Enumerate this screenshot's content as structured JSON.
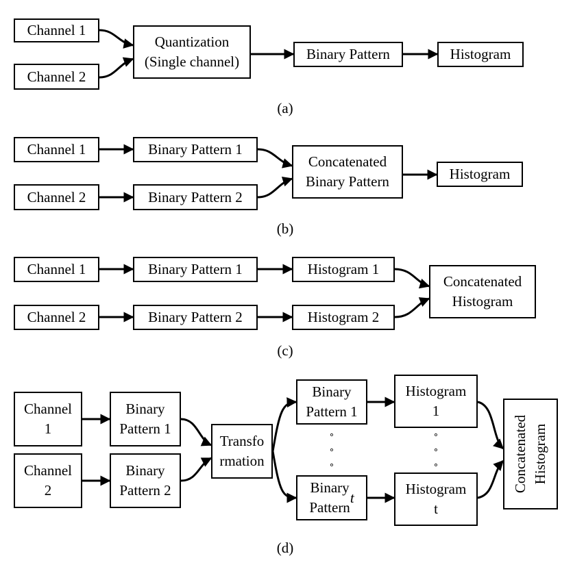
{
  "panels": [
    {
      "id": "a",
      "caption": "(a)",
      "boxes": [
        {
          "id": "a-ch1",
          "text": "Channel 1"
        },
        {
          "id": "a-ch2",
          "text": "Channel 2"
        },
        {
          "id": "a-quant",
          "text": "Quantization\n(Single channel)"
        },
        {
          "id": "a-bp",
          "text": "Binary Pattern"
        },
        {
          "id": "a-hist",
          "text": "Histogram"
        }
      ]
    },
    {
      "id": "b",
      "caption": "(b)",
      "boxes": [
        {
          "id": "b-ch1",
          "text": "Channel 1"
        },
        {
          "id": "b-ch2",
          "text": "Channel 2"
        },
        {
          "id": "b-bp1",
          "text": "Binary Pattern 1"
        },
        {
          "id": "b-bp2",
          "text": "Binary Pattern 2"
        },
        {
          "id": "b-cbp",
          "text": "Concatenated\nBinary Pattern"
        },
        {
          "id": "b-hist",
          "text": "Histogram"
        }
      ]
    },
    {
      "id": "c",
      "caption": "(c)",
      "boxes": [
        {
          "id": "c-ch1",
          "text": "Channel 1"
        },
        {
          "id": "c-ch2",
          "text": "Channel 2"
        },
        {
          "id": "c-bp1",
          "text": "Binary Pattern 1"
        },
        {
          "id": "c-bp2",
          "text": "Binary Pattern 2"
        },
        {
          "id": "c-h1",
          "text": "Histogram 1"
        },
        {
          "id": "c-h2",
          "text": "Histogram 2"
        },
        {
          "id": "c-ch",
          "text": "Concatenated\nHistogram"
        }
      ]
    },
    {
      "id": "d",
      "caption": "(d)",
      "boxes": [
        {
          "id": "d-ch1",
          "text": "Channel\n1"
        },
        {
          "id": "d-ch2",
          "text": "Channel\n2"
        },
        {
          "id": "d-bp1",
          "text": "Binary\nPattern 1"
        },
        {
          "id": "d-bp2",
          "text": "Binary\nPattern 2"
        },
        {
          "id": "d-trans",
          "text": "Transfo\nrmation"
        },
        {
          "id": "d-obp1",
          "text": "Binary\nPattern 1"
        },
        {
          "id": "d-obpt",
          "text": "Binary\nPattern t"
        },
        {
          "id": "d-h1",
          "text": "Histogram\n1"
        },
        {
          "id": "d-ht",
          "text": "Histogram\nt"
        },
        {
          "id": "d-ch",
          "text": "Concatenated\nHistogram"
        }
      ],
      "ellipsis": "∘\n∘\n∘"
    }
  ]
}
